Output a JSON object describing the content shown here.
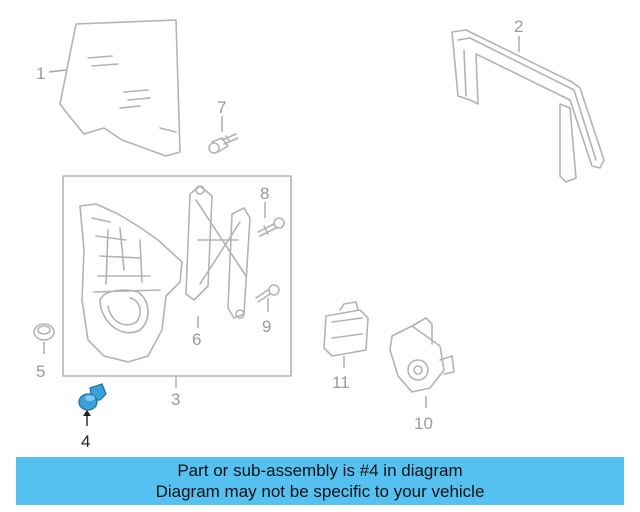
{
  "diagram": {
    "highlight_color": "#3aa0d8",
    "banner_color": "#54c1f0",
    "callouts": [
      "1",
      "2",
      "3",
      "4",
      "5",
      "6",
      "7",
      "8",
      "9",
      "10",
      "11"
    ],
    "highlighted_part": "4"
  },
  "banner": {
    "line1": "Part or sub-assembly is #4 in diagram",
    "line2": "Diagram may not be specific to your vehicle"
  }
}
